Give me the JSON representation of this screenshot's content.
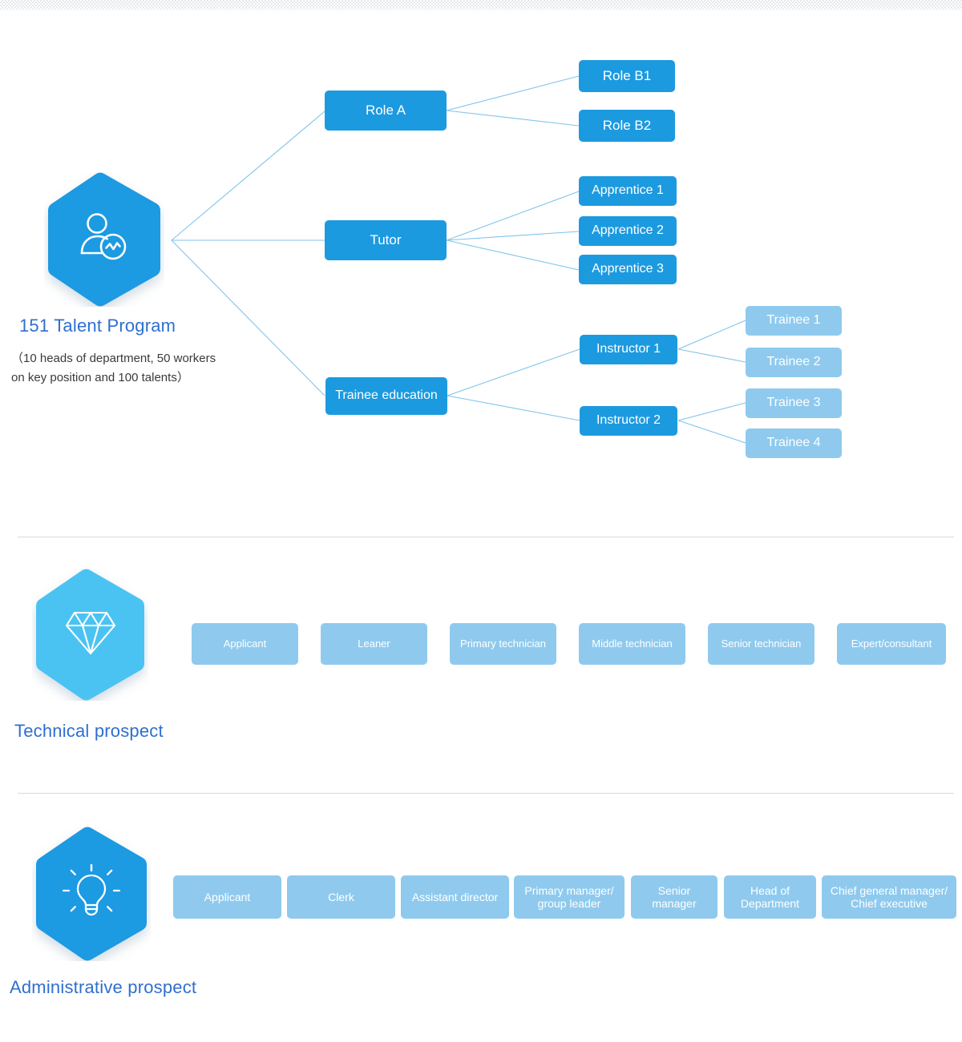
{
  "sections": {
    "talent": {
      "title": "151 Talent Program",
      "subtitle": "（10 heads of department, 50 workers\n  on key position and 100 talents）",
      "icon": "person-analytics-icon",
      "nodes": {
        "role_a": "Role A",
        "role_b1": "Role B1",
        "role_b2": "Role B2",
        "tutor": "Tutor",
        "apprentice_1": "Apprentice 1",
        "apprentice_2": "Apprentice 2",
        "apprentice_3": "Apprentice 3",
        "trainee_education": "Trainee education",
        "instructor_1": "Instructor 1",
        "instructor_2": "Instructor 2",
        "trainee_1": "Trainee 1",
        "trainee_2": "Trainee 2",
        "trainee_3": "Trainee 3",
        "trainee_4": "Trainee 4"
      }
    },
    "technical": {
      "title": "Technical prospect",
      "icon": "diamond-icon",
      "steps": [
        "Applicant",
        "Leaner",
        "Primary technician",
        "Middle technician",
        "Senior technician",
        "Expert/consultant"
      ]
    },
    "administrative": {
      "title": "Administrative prospect",
      "icon": "lightbulb-icon",
      "steps": [
        "Applicant",
        "Clerk",
        "Assistant director",
        "Primary manager/\ngroup leader",
        "Senior\nmanager",
        "Head of\nDepartment",
        "Chief general manager/\nChief executive"
      ]
    }
  },
  "colors": {
    "primary_blue": "#1c9ae0",
    "light_blue": "#8fcaee",
    "hex_blue": "#1f9ae2",
    "hex_cyan": "#4cc3f2",
    "link_blue": "#7fc4ea",
    "title_blue": "#2f6fd0",
    "divider": "#d9dadd",
    "text_dark": "#3a3a3a"
  }
}
